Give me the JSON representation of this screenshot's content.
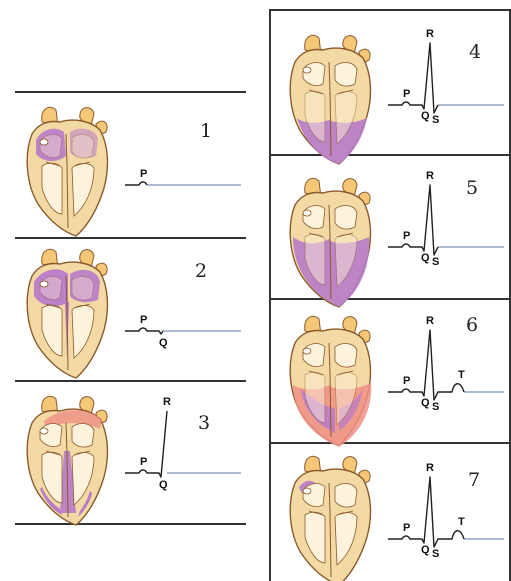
{
  "panels": [
    {
      "number": "1",
      "wave_labels": {
        "P": "P"
      }
    },
    {
      "number": "2",
      "wave_labels": {
        "P": "P",
        "Q": "Q"
      }
    },
    {
      "number": "3",
      "wave_labels": {
        "P": "P",
        "Q": "Q",
        "R": "R"
      }
    },
    {
      "number": "4",
      "wave_labels": {
        "P": "P",
        "Q": "Q",
        "R": "R",
        "S": "S"
      }
    },
    {
      "number": "5",
      "wave_labels": {
        "P": "P",
        "Q": "Q",
        "R": "R",
        "S": "S"
      }
    },
    {
      "number": "6",
      "wave_labels": {
        "P": "P",
        "Q": "Q",
        "R": "R",
        "S": "S",
        "T": "T"
      }
    },
    {
      "number": "7",
      "wave_labels": {
        "P": "P",
        "Q": "Q",
        "R": "R",
        "S": "S",
        "T": "T"
      }
    }
  ],
  "colors": {
    "heart_wall": "#f3d9a4",
    "heart_outline": "#8a5a2b",
    "chamber": "#fdf3dd",
    "depolarized": "#b77bc9",
    "repolarizing": "#ef8f86",
    "ecg_baseline": "#7b93b8",
    "ecg_trace": "#222222",
    "divider": "#333333"
  }
}
